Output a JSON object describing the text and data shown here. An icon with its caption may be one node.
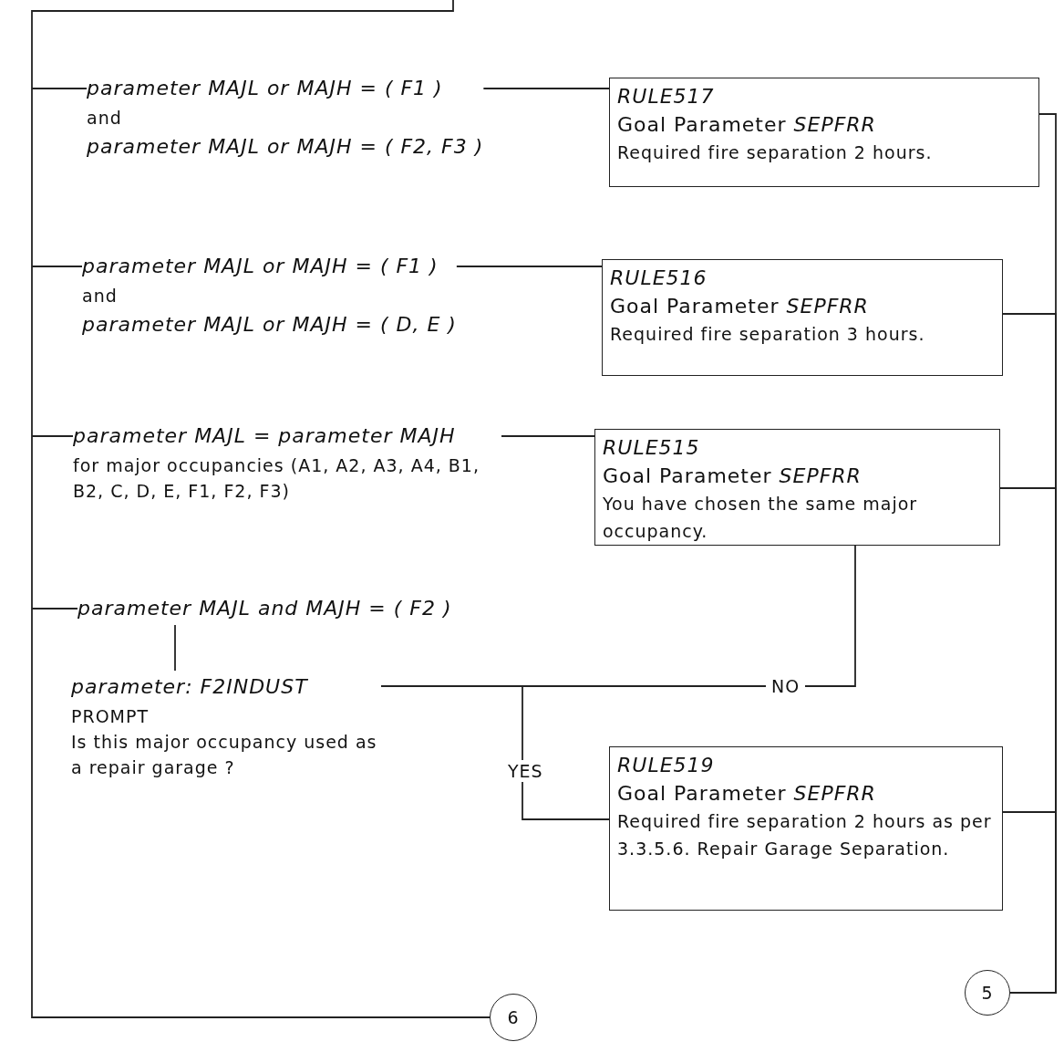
{
  "diagram": {
    "nodes": [
      {
        "text": [
          "parameter MAJL or MAJH = ( F1 )",
          "and",
          "parameter MAJL or MAJH = ( F2, F3 )"
        ]
      },
      {
        "text": [
          "RULE517",
          "Goal Parameter *SEPFRR*",
          "Required fire separation 2 hours."
        ]
      },
      {
        "text": [
          "parameter MAJL or MAJH = ( F1 )",
          "and",
          "parameter MAJL or MAJH = ( D, E )"
        ]
      },
      {
        "text": [
          "RULE516",
          "Goal Parameter *SEPFRR*",
          "Required fire separation 3 hours."
        ]
      },
      {
        "text": [
          "parameter MAJL = parameter MAJH",
          "for major occupancies (A1, A2, A3, A4, B1, B2, C, D, E, F1, F2, F3)"
        ]
      },
      {
        "text": [
          "RULE515",
          "Goal Parameter *SEPFRR*",
          "You have chosen the same major occupancy."
        ]
      },
      {
        "text": [
          "parameter MAJL and MAJH = ( F2 )"
        ]
      },
      {
        "text": [
          "parameter: F2INDUST",
          "PROMPT",
          "Is this major occupancy used as a repair garage ?"
        ]
      },
      {
        "text": [
          "RULE519",
          "Goal Parameter *SEPFRR*",
          "Required fire separation 2 hours as per 3.3.5.6. Repair Garage Separation."
        ]
      },
      {
        "text": [
          "5"
        ]
      },
      {
        "text": [
          "6"
        ]
      }
    ],
    "edges": [
      {
        "from": null,
        "to": 0,
        "arrow": "none"
      },
      {
        "from": 0,
        "to": 1,
        "arrow": "none"
      },
      {
        "from": null,
        "to": 2,
        "arrow": "none"
      },
      {
        "from": 2,
        "to": 3,
        "arrow": "none"
      },
      {
        "from": null,
        "to": 4,
        "arrow": "none"
      },
      {
        "from": 4,
        "to": 5,
        "arrow": "none"
      },
      {
        "from": null,
        "to": 6,
        "arrow": "none"
      },
      {
        "from": 6,
        "to": 7,
        "arrow": "none"
      },
      {
        "from": 7,
        "to": 5,
        "arrow": "none",
        "label": "NO"
      },
      {
        "from": 7,
        "to": 8,
        "arrow": "none",
        "label": "YES"
      },
      {
        "from": 1,
        "to": 9,
        "arrow": "none"
      },
      {
        "from": 3,
        "to": 9,
        "arrow": "none"
      },
      {
        "from": 5,
        "to": 9,
        "arrow": "none"
      },
      {
        "from": 8,
        "to": 9,
        "arrow": "none"
      },
      {
        "from": null,
        "to": 10,
        "arrow": "none"
      }
    ]
  }
}
